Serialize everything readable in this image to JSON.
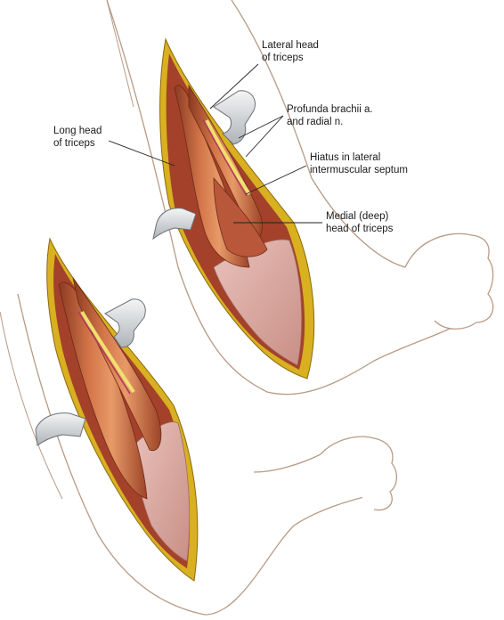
{
  "labels": {
    "lateral_head": {
      "line1": "Lateral head",
      "line2": "of triceps"
    },
    "profunda": {
      "line1": "Profunda brachii a.",
      "line2": "and radial n."
    },
    "long_head": {
      "line1": "Long head",
      "line2": "of triceps"
    },
    "hiatus": {
      "line1": "Hiatus in lateral",
      "line2": "intermuscular septum"
    },
    "medial_head": {
      "line1": "Medial (deep)",
      "line2": "head of triceps"
    }
  },
  "colors": {
    "skin_outline": "#b89a86",
    "incision_fat": "#d8b020",
    "muscle": "#c8653e",
    "muscle_light": "#e79a68",
    "muscle_dark": "#8c3a22",
    "tendon": "#d8a8a2",
    "nerve": "#efe070",
    "artery": "#b33b5e",
    "retractor": "#dde0e3"
  }
}
